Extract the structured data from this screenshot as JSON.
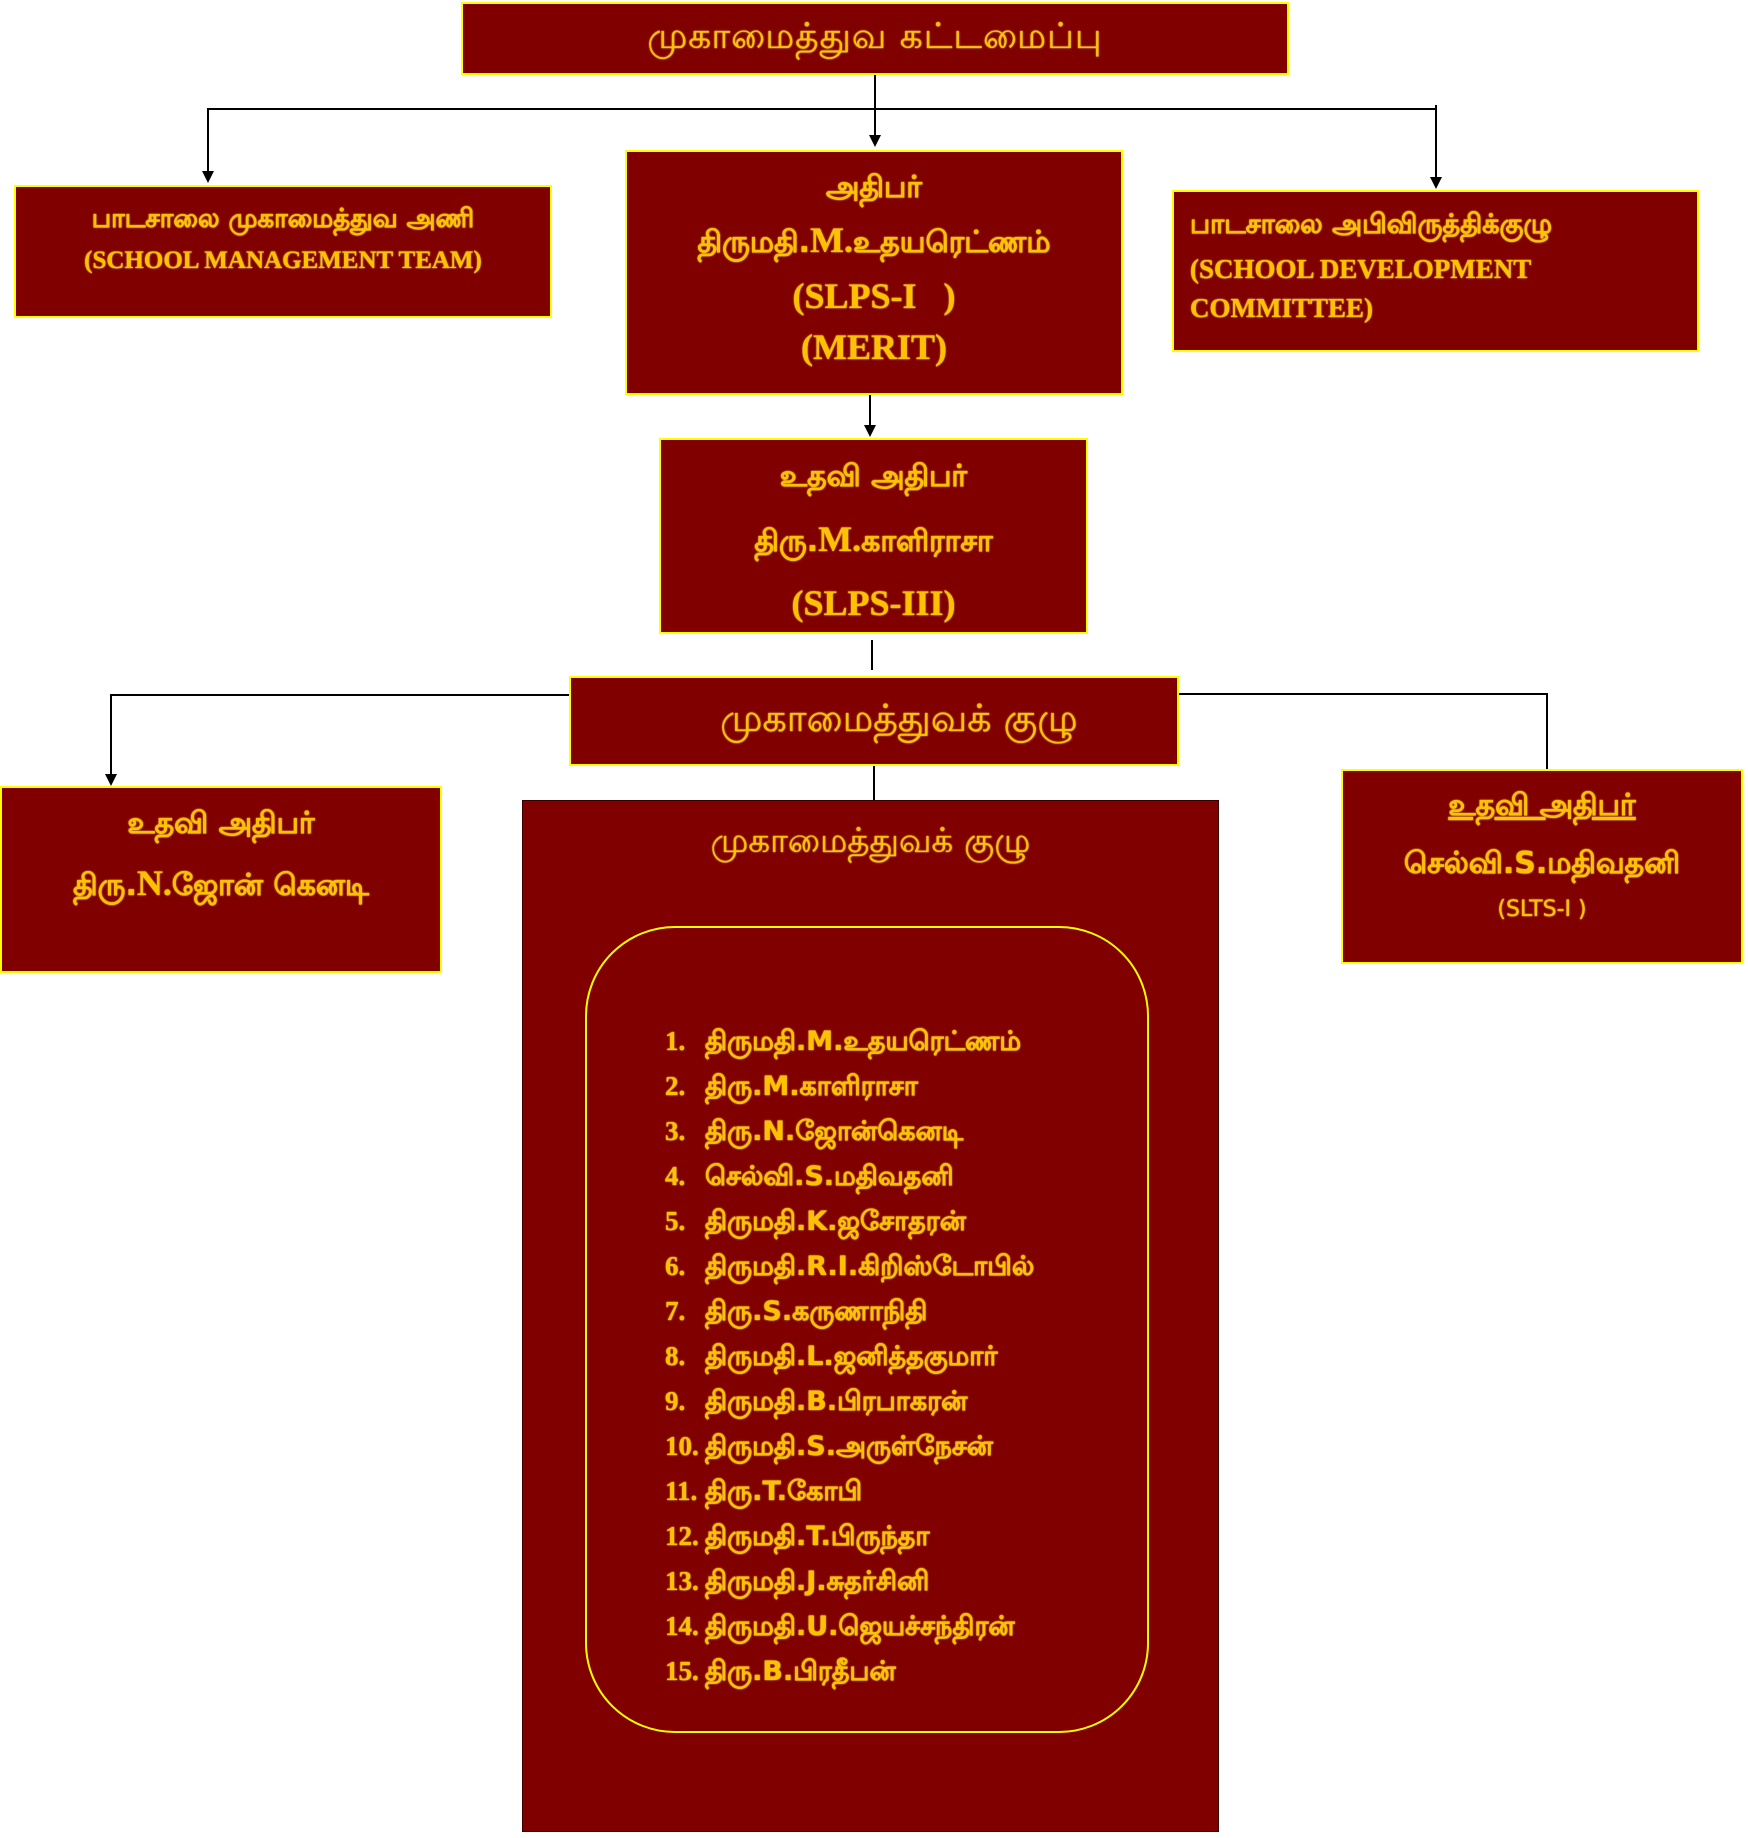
{
  "title": "முகாமைத்துவ கட்டமைப்பு",
  "colors": {
    "box_fill": "#800000",
    "box_border": "#FFFF00",
    "text": "#FFC000",
    "connector": "#000000"
  },
  "school_management_team": {
    "tamil": "பாடசாலை முகாமைத்துவ அணி",
    "english": "(SCHOOL MANAGEMENT TEAM)"
  },
  "principal": {
    "role": "அதிபர்",
    "name_prefix": "திருமதி.",
    "initial": "M.",
    "name": "உதயரெட்ணம்",
    "grade": "(SLPS-I   )",
    "merit": "(MERIT)"
  },
  "school_development_committee": {
    "tamil": "பாடசாலை அபிவிருத்திக்குழு",
    "english_line1": "(SCHOOL DEVELOPMENT",
    "english_line2": "COMMITTEE)"
  },
  "deputy_principal": {
    "role": "உதவி அதிபர்",
    "name_prefix": "திரு.",
    "initial": "M.",
    "name": "காளிராசா",
    "grade": "(SLPS-III)"
  },
  "management_committee_header": "முகாமைத்துவக் குழு",
  "assistant_principal_left": {
    "role": "உதவி அதிபர்",
    "name_prefix": "திரு.",
    "initial": "N.",
    "name": "ஜோன் கெனடி"
  },
  "assistant_principal_right": {
    "role": "உதவி அதிபர்",
    "name": "செல்வி.S.மதிவதனி",
    "grade": "(SLTS-I )"
  },
  "management_committee": {
    "title": "முகாமைத்துவக் குழு",
    "members": [
      {
        "num": "1.",
        "name": "திருமதி.M.உதயரெட்ணம்"
      },
      {
        "num": "2.",
        "name": "திரு.M.காளிராசா"
      },
      {
        "num": "3.",
        "name": "திரு.N.ஜோன்கெனடி"
      },
      {
        "num": "4.",
        "name": "செல்வி.S.மதிவதனி"
      },
      {
        "num": "5.",
        "name": "திருமதி.K.ஜசோதரன்"
      },
      {
        "num": "6.",
        "name": "திருமதி.R.I.கிறிஸ்டோபில்"
      },
      {
        "num": "7.",
        "name": "திரு.S.கருணாநிதி"
      },
      {
        "num": "8.",
        "name": "திருமதி.L.ஜனித்தகுமார்"
      },
      {
        "num": "9.",
        "name": "திருமதி.B.பிரபாகரன்"
      },
      {
        "num": "10.",
        "name": "திருமதி.S.அருள்நேசன்"
      },
      {
        "num": "11.",
        "name": "திரு.T.கோபி"
      },
      {
        "num": "12.",
        "name": "திருமதி.T.பிருந்தா"
      },
      {
        "num": "13.",
        "name": "திருமதி.J.சுதர்சினி"
      },
      {
        "num": "14.",
        "name": "திருமதி.U.ஜெயச்சந்திரன்"
      },
      {
        "num": "15.",
        "name": "திரு.B.பிரதீபன்"
      }
    ]
  }
}
